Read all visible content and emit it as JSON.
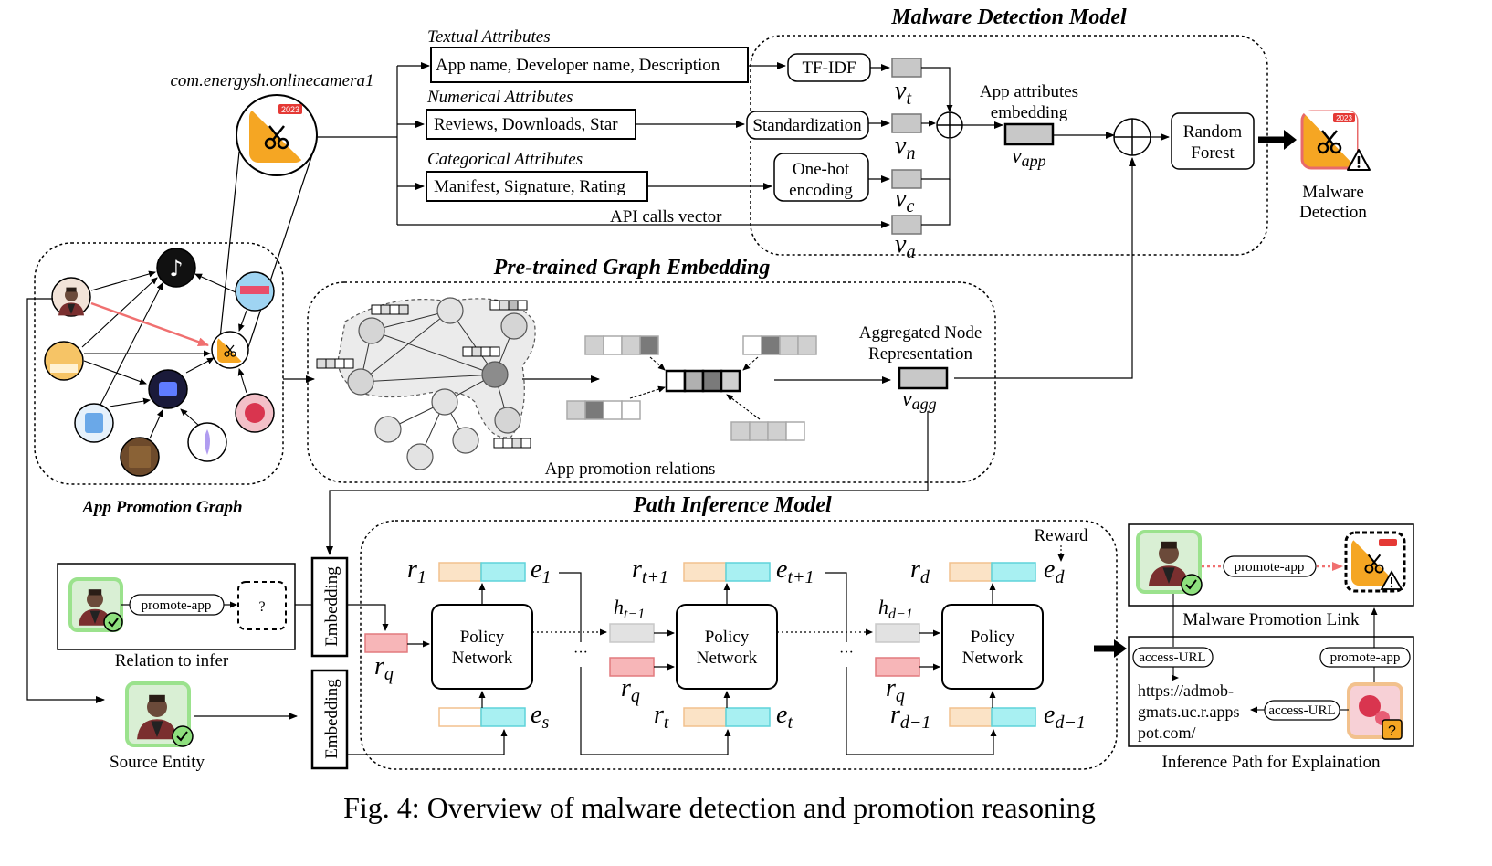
{
  "titles": {
    "malware_detection_model": "Malware Detection Model",
    "pretrained_graph_embedding": "Pre-trained Graph Embedding",
    "path_inference_model": "Path Inference Model",
    "app_promotion_graph": "App Promotion Graph"
  },
  "package_name": "com.energysh.onlinecamera1",
  "icon_badge_year": "2023",
  "attributes": {
    "textual_label": "Textual Attributes",
    "textual_box": "App name, Developer name, Description",
    "numerical_label": "Numerical Attributes",
    "numerical_box": "Reviews, Downloads, Star",
    "categorical_label": "Categorical Attributes",
    "categorical_box": "Manifest, Signature, Rating",
    "api_calls": "API calls vector"
  },
  "processing": {
    "tfidf": "TF-IDF",
    "standardization": "Standardization",
    "onehot_line1": "One-hot",
    "onehot_line2": "encoding"
  },
  "vectors": {
    "vt": "v",
    "vt_sub": "t",
    "vn": "v",
    "vn_sub": "n",
    "vc": "v",
    "vc_sub": "c",
    "va": "v",
    "va_sub": "a",
    "vapp": "v",
    "vapp_sub": "app",
    "vagg": "v",
    "vagg_sub": "agg"
  },
  "app_attr_embedding_line1": "App attributes",
  "app_attr_embedding_line2": "embedding",
  "random_forest_line1": "Random",
  "random_forest_line2": "Forest",
  "malware_detection_line1": "Malware",
  "malware_detection_line2": "Detection",
  "aggregated_line1": "Aggregated Node",
  "aggregated_line2": "Representation",
  "app_promotion_relations": "App promotion relations",
  "tiktok_glyph": "♪",
  "question_mark": "?",
  "path_inference": {
    "promote_app": "promote-app",
    "relation_to_infer": "Relation to infer",
    "source_entity": "Source Entity",
    "embedding": "Embedding",
    "reward": "Reward",
    "policy_line1": "Policy",
    "policy_line2": "Network",
    "ellipsis": "···",
    "r": "r",
    "e": "e",
    "h": "h",
    "sub_1": "1",
    "sub_t1": "t+1",
    "sub_d": "d",
    "sub_q": "q",
    "sub_s": "s",
    "sub_t": "t",
    "sub_d1": "d−1",
    "sub_tm1": "t−1"
  },
  "explanation": {
    "promote_app": "promote-app",
    "malware_promotion_link": "Malware Promotion Link",
    "access_url": "access-URL",
    "url_line1": "https://admob-",
    "url_line2": "gmats.uc.r.apps",
    "url_line3": "pot.com/",
    "inference_path": "Inference Path for Explaination"
  },
  "caption": "Fig. 4: Overview of malware detection and promotion reasoning",
  "colors": {
    "gray_vec": "#c8c8c8",
    "orange_vec": "#fbe3c6",
    "orange_border": "#f2c18d",
    "cyan_vec": "#a8f0f2",
    "cyan_border": "#5fd3da",
    "pink_vec": "#f7b6b8",
    "pink_border": "#e27a7e",
    "green_frame": "#9be28d",
    "red_arrow": "#f07070",
    "icon_orange": "#f5a623"
  }
}
